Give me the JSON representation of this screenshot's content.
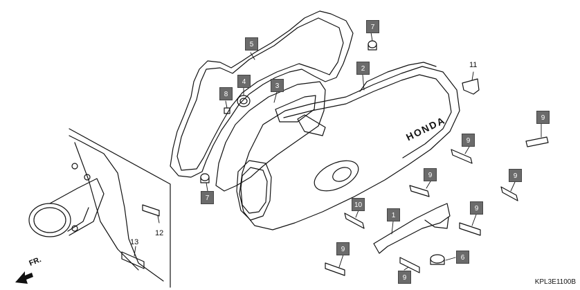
{
  "callouts": {
    "c1": "1",
    "c2": "2",
    "c3": "3",
    "c4": "4",
    "c5": "5",
    "c6": "6",
    "c7a": "7",
    "c7b": "7",
    "c8": "8",
    "c9a": "9",
    "c9b": "9",
    "c9c": "9",
    "c9d": "9",
    "c9e": "9",
    "c9f": "9",
    "c9g": "9",
    "c10": "10"
  },
  "labels": {
    "l11": "11",
    "l12": "12",
    "l13": "13"
  },
  "brand_text": "HONDA",
  "direction_text": "FR.",
  "diagram_code": "KPL3E1100B",
  "colors": {
    "callout_bg": "#6b6b6b",
    "line": "#111111"
  }
}
